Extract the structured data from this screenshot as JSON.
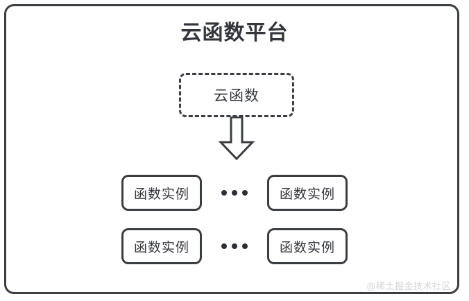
{
  "diagram": {
    "platform": {
      "title": "云函数平台",
      "border_color": "#3a3d42",
      "background": "#ffffff"
    },
    "function_node": {
      "label": "云函数",
      "style": "dashed"
    },
    "arrow": {
      "name": "down-block-arrow",
      "direction": "down"
    },
    "ellipsis": "•••",
    "instance_rows": [
      {
        "left_instance": "函数实例",
        "separator": "•••",
        "right_instance": "函数实例"
      },
      {
        "left_instance": "函数实例",
        "separator": "•••",
        "right_instance": "函数实例"
      }
    ],
    "watermark": "@稀土掘金技术社区"
  }
}
